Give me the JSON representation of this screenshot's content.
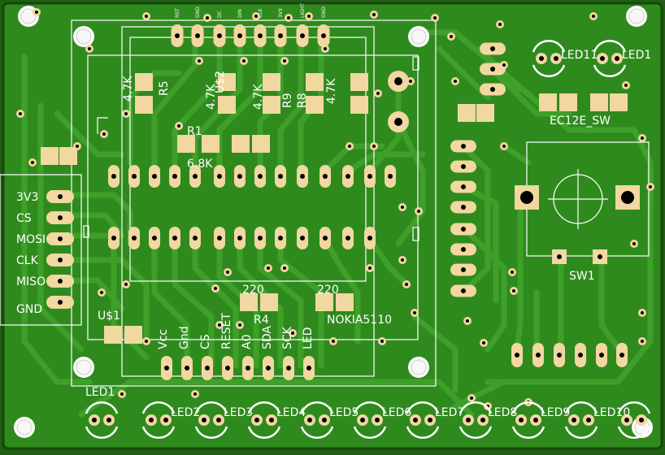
{
  "board": {
    "colors": {
      "substrate": "#1f5f12",
      "copper": "#2f8a1e",
      "trace": "#3a9a26",
      "pad": "#f1d7a0",
      "hole": "#000000",
      "silk": "#ffffff",
      "bg_edge": "#17470d"
    },
    "connector_labels": [
      "3V3",
      "CS",
      "MOSI",
      "CLK",
      "MISO",
      "GND"
    ],
    "nokia_labels": [
      "Vcc",
      "Gnd",
      "CS",
      "RESET",
      "A0",
      "SDA",
      "SCK",
      "LED"
    ],
    "header_tiny_labels": [
      "RST",
      "GND",
      "DC",
      "DIN",
      "CLK",
      "3V3",
      "LIGHT",
      "GND"
    ],
    "parts": {
      "r1_name": "R1",
      "r1_value": "6.8K",
      "r4_name": "R4",
      "r4_value_a": "220",
      "r4_value_b": "220",
      "r5_name": "R5",
      "r5_value": "4.7K",
      "r8_name": "R8",
      "r9_name": "R9",
      "r8_value": "4.7K",
      "r_left_value": "4.7K",
      "r_mid_value": "4.7K",
      "usb_name": "U$2",
      "us1_name": "U$1",
      "nokia_name": "NOKIA5110",
      "ec12e_name": "EC12E_SW",
      "sw1_name": "SW1",
      "led1_name": "LED1",
      "led11_name": "LED11",
      "led1_top_name": "LED1"
    },
    "led_row_labels": [
      "LED2",
      "LED3",
      "LED4",
      "LED5",
      "LED6",
      "LED7",
      "LED8",
      "LED9",
      "LED10"
    ]
  }
}
